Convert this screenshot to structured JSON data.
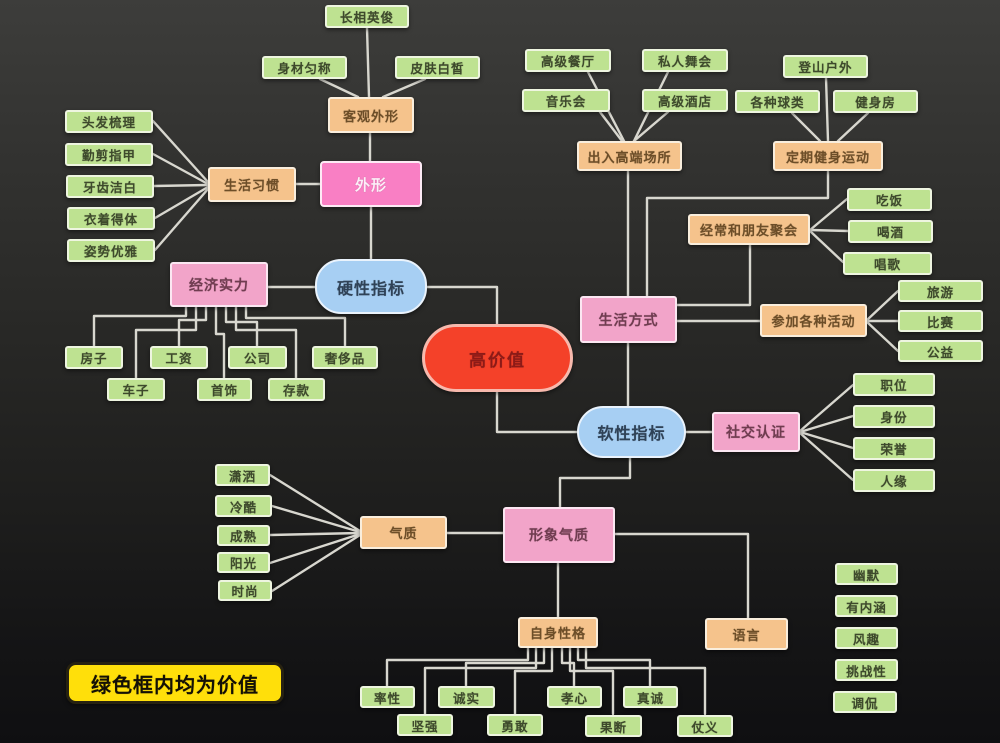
{
  "legend": {
    "note": "绿色框内均为价值"
  },
  "colors": {
    "background_top": "#3d3d3b",
    "background_bottom": "#0f0f11",
    "line": "#d8d7cf",
    "green": {
      "fill": "#bee291",
      "border": "#eef5e0",
      "text": "#3e4a2c"
    },
    "orange": {
      "fill": "#f5c38c",
      "border": "#f9eedd",
      "text": "#6d4e28"
    },
    "pink": {
      "fill": "#f2a4c9",
      "border": "#fbe7f2",
      "text": "#703c50"
    },
    "brightpink": {
      "fill": "#f97fc4",
      "border": "#fdeaf5",
      "text": "#fdeef8"
    },
    "blue": {
      "fill": "#a7cff3",
      "border": "#eaf3fc",
      "text": "#2f4257"
    },
    "red": {
      "fill": "#f44129",
      "border": "#f7b9ad",
      "text": "#8c1a17"
    },
    "yellow": {
      "fill": "#ffdf0a",
      "border": "#272211",
      "text": "#141005"
    }
  },
  "nodes": [
    {
      "id": "high-value",
      "label": "高价值",
      "kind": "red",
      "parent": null
    },
    {
      "id": "hard-indicators",
      "label": "硬性指标",
      "kind": "blue",
      "parent": "high-value"
    },
    {
      "id": "soft-indicators",
      "label": "软性指标",
      "kind": "blue",
      "parent": "high-value"
    },
    {
      "id": "appearance",
      "label": "外形",
      "kind": "brightpink",
      "parent": "hard-indicators"
    },
    {
      "id": "objective-looks",
      "label": "客观外形",
      "kind": "orange",
      "parent": "appearance"
    },
    {
      "id": "handsome-face",
      "label": "长相英俊",
      "kind": "green",
      "parent": "objective-looks"
    },
    {
      "id": "good-figure",
      "label": "身材匀称",
      "kind": "green",
      "parent": "objective-looks"
    },
    {
      "id": "fair-skin",
      "label": "皮肤白皙",
      "kind": "green",
      "parent": "objective-looks"
    },
    {
      "id": "living-habits",
      "label": "生活习惯",
      "kind": "orange",
      "parent": "appearance"
    },
    {
      "id": "hair-grooming",
      "label": "头发梳理",
      "kind": "green",
      "parent": "living-habits"
    },
    {
      "id": "trim-nails",
      "label": "勤剪指甲",
      "kind": "green",
      "parent": "living-habits"
    },
    {
      "id": "white-teeth",
      "label": "牙齿洁白",
      "kind": "green",
      "parent": "living-habits"
    },
    {
      "id": "proper-dress",
      "label": "衣着得体",
      "kind": "green",
      "parent": "living-habits"
    },
    {
      "id": "elegant-posture",
      "label": "姿势优雅",
      "kind": "green",
      "parent": "living-habits"
    },
    {
      "id": "economic-strength",
      "label": "经济实力",
      "kind": "pink",
      "parent": "hard-indicators"
    },
    {
      "id": "house",
      "label": "房子",
      "kind": "green",
      "parent": "economic-strength"
    },
    {
      "id": "car",
      "label": "车子",
      "kind": "green",
      "parent": "economic-strength"
    },
    {
      "id": "salary",
      "label": "工资",
      "kind": "green",
      "parent": "economic-strength"
    },
    {
      "id": "jewelry",
      "label": "首饰",
      "kind": "green",
      "parent": "economic-strength"
    },
    {
      "id": "company",
      "label": "公司",
      "kind": "green",
      "parent": "economic-strength"
    },
    {
      "id": "savings",
      "label": "存款",
      "kind": "green",
      "parent": "economic-strength"
    },
    {
      "id": "luxury-goods",
      "label": "奢侈品",
      "kind": "green",
      "parent": "economic-strength"
    },
    {
      "id": "lifestyle",
      "label": "生活方式",
      "kind": "pink",
      "parent": "soft-indicators"
    },
    {
      "id": "highend-venues",
      "label": "出入高端场所",
      "kind": "orange",
      "parent": "lifestyle"
    },
    {
      "id": "fine-restaurant",
      "label": "高级餐厅",
      "kind": "green",
      "parent": "highend-venues"
    },
    {
      "id": "private-party",
      "label": "私人舞会",
      "kind": "green",
      "parent": "highend-venues"
    },
    {
      "id": "concert",
      "label": "音乐会",
      "kind": "green",
      "parent": "highend-venues"
    },
    {
      "id": "luxury-hotel",
      "label": "高级酒店",
      "kind": "green",
      "parent": "highend-venues"
    },
    {
      "id": "regular-fitness",
      "label": "定期健身运动",
      "kind": "orange",
      "parent": "lifestyle"
    },
    {
      "id": "outdoor-climbing",
      "label": "登山户外",
      "kind": "green",
      "parent": "regular-fitness"
    },
    {
      "id": "ball-sports",
      "label": "各种球类",
      "kind": "green",
      "parent": "regular-fitness"
    },
    {
      "id": "gym",
      "label": "健身房",
      "kind": "green",
      "parent": "regular-fitness"
    },
    {
      "id": "friend-gatherings",
      "label": "经常和朋友聚会",
      "kind": "orange",
      "parent": "lifestyle"
    },
    {
      "id": "dining",
      "label": "吃饭",
      "kind": "green",
      "parent": "friend-gatherings"
    },
    {
      "id": "drinking",
      "label": "喝酒",
      "kind": "green",
      "parent": "friend-gatherings"
    },
    {
      "id": "singing",
      "label": "唱歌",
      "kind": "green",
      "parent": "friend-gatherings"
    },
    {
      "id": "various-activities",
      "label": "参加各种活动",
      "kind": "orange",
      "parent": "lifestyle"
    },
    {
      "id": "travel",
      "label": "旅游",
      "kind": "green",
      "parent": "various-activities"
    },
    {
      "id": "competition",
      "label": "比赛",
      "kind": "green",
      "parent": "various-activities"
    },
    {
      "id": "charity",
      "label": "公益",
      "kind": "green",
      "parent": "various-activities"
    },
    {
      "id": "social-proof",
      "label": "社交认证",
      "kind": "pink",
      "parent": "soft-indicators"
    },
    {
      "id": "position",
      "label": "职位",
      "kind": "green",
      "parent": "social-proof"
    },
    {
      "id": "status",
      "label": "身份",
      "kind": "green",
      "parent": "social-proof"
    },
    {
      "id": "honor",
      "label": "荣誉",
      "kind": "green",
      "parent": "social-proof"
    },
    {
      "id": "popularity",
      "label": "人缘",
      "kind": "green",
      "parent": "social-proof"
    },
    {
      "id": "image-temperament",
      "label": "形象气质",
      "kind": "pink",
      "parent": "soft-indicators"
    },
    {
      "id": "temperament",
      "label": "气质",
      "kind": "orange",
      "parent": "image-temperament"
    },
    {
      "id": "unrestrained",
      "label": "潇洒",
      "kind": "green",
      "parent": "temperament"
    },
    {
      "id": "cool",
      "label": "冷酷",
      "kind": "green",
      "parent": "temperament"
    },
    {
      "id": "mature",
      "label": "成熟",
      "kind": "green",
      "parent": "temperament"
    },
    {
      "id": "sunny",
      "label": "阳光",
      "kind": "green",
      "parent": "temperament"
    },
    {
      "id": "fashionable",
      "label": "时尚",
      "kind": "green",
      "parent": "temperament"
    },
    {
      "id": "own-character",
      "label": "自身性格",
      "kind": "orange",
      "parent": "image-temperament"
    },
    {
      "id": "spontaneous",
      "label": "率性",
      "kind": "green",
      "parent": "own-character"
    },
    {
      "id": "strong",
      "label": "坚强",
      "kind": "green",
      "parent": "own-character"
    },
    {
      "id": "honest",
      "label": "诚实",
      "kind": "green",
      "parent": "own-character"
    },
    {
      "id": "brave",
      "label": "勇敢",
      "kind": "green",
      "parent": "own-character"
    },
    {
      "id": "filial",
      "label": "孝心",
      "kind": "green",
      "parent": "own-character"
    },
    {
      "id": "decisive",
      "label": "果断",
      "kind": "green",
      "parent": "own-character"
    },
    {
      "id": "sincere",
      "label": "真诚",
      "kind": "green",
      "parent": "own-character"
    },
    {
      "id": "loyal",
      "label": "仗义",
      "kind": "green",
      "parent": "own-character"
    },
    {
      "id": "language",
      "label": "语言",
      "kind": "orange",
      "parent": "image-temperament"
    },
    {
      "id": "humor",
      "label": "幽默",
      "kind": "green",
      "parent": "language"
    },
    {
      "id": "depth",
      "label": "有内涵",
      "kind": "green",
      "parent": "language"
    },
    {
      "id": "wit",
      "label": "风趣",
      "kind": "green",
      "parent": "language"
    },
    {
      "id": "challenging",
      "label": "挑战性",
      "kind": "green",
      "parent": "language"
    },
    {
      "id": "banter",
      "label": "调侃",
      "kind": "green",
      "parent": "language"
    }
  ]
}
